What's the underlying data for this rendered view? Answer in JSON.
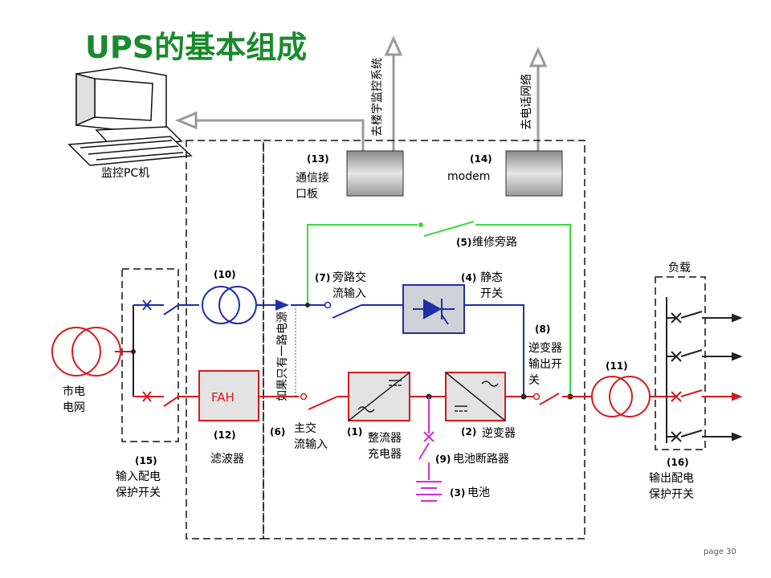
{
  "title": "UPS的基本组成",
  "page_label": "page 30",
  "colors": {
    "title": "#1a8a2e",
    "mains": "#d7191c",
    "bypass": "#1f2fa8",
    "maintenance": "#3ddc3d",
    "battery": "#d62bd0",
    "arrows": "#9a9a9a"
  },
  "monitor_pc": {
    "label": "监控PC机",
    "icon": "computer-icon"
  },
  "arrows": {
    "building": "去楼宇监控系统",
    "phone": "去电话网络"
  },
  "components": {
    "comm": {
      "num": "(13)",
      "l1": "通信接",
      "l2": "口板"
    },
    "modem": {
      "num": "(14)",
      "text": "modem"
    },
    "maint": {
      "num": "(5)",
      "text": "维修旁路"
    },
    "bypass_in": {
      "num": "(7)",
      "l1": "旁路交",
      "l2": "流输入"
    },
    "static": {
      "num": "(4)",
      "l1": "静态",
      "l2": "开关"
    },
    "trans10": {
      "num": "(10)"
    },
    "inv_out": {
      "num": "(8)",
      "l1": "逆变器",
      "l2": "输出开",
      "l3": "关"
    },
    "note": "如果只有一路电源",
    "grid": {
      "l1": "市电",
      "l2": "电网"
    },
    "fah": {
      "text": "FAH"
    },
    "filter": {
      "num": "(12)",
      "text": "滤波器"
    },
    "main_in": {
      "num": "(6)",
      "l1": "主交",
      "l2": "流输入"
    },
    "rect": {
      "num": "(1)",
      "l1": "整流器",
      "l2": "充电器"
    },
    "inv": {
      "num": "(2)",
      "text": "逆变器"
    },
    "bat_break": {
      "num": "(9)",
      "text": "电池断路器"
    },
    "battery": {
      "num": "(3)",
      "text": "电池"
    },
    "trans11": {
      "num": "(11)"
    },
    "in_dist": {
      "num": "(15)",
      "l1": "输入配电",
      "l2": "保护开关"
    },
    "out_dist": {
      "num": "(16)",
      "l1": "输出配电",
      "l2": "保护开关"
    },
    "load": {
      "text": "负载"
    }
  }
}
